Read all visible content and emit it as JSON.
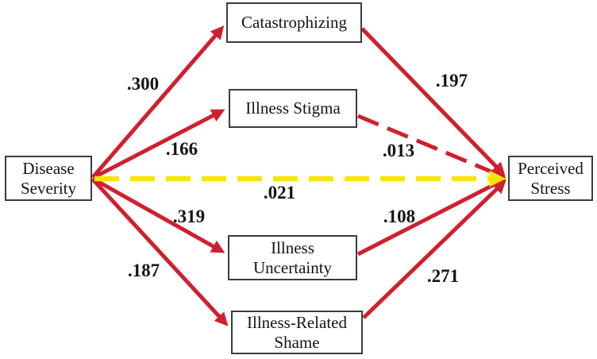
{
  "diagram": {
    "type": "path-model",
    "nodes": {
      "disease_severity": {
        "label": "Disease Severity"
      },
      "catastrophizing": {
        "label": "Catastrophizing"
      },
      "illness_stigma": {
        "label": "Illness Stigma"
      },
      "illness_uncertainty": {
        "label": "Illness Uncertainty"
      },
      "illness_related_shame": {
        "label": "Illness-Related Shame"
      },
      "perceived_stress": {
        "label": "Perceived Stress"
      }
    },
    "edges": [
      {
        "from": "Disease Severity",
        "to": "Catastrophizing",
        "coefficient": ".300",
        "style": "solid",
        "color": "red"
      },
      {
        "from": "Disease Severity",
        "to": "Illness Stigma",
        "coefficient": ".166",
        "style": "solid",
        "color": "red"
      },
      {
        "from": "Disease Severity",
        "to": "Perceived Stress",
        "coefficient": ".021",
        "style": "dashed",
        "color": "yellow"
      },
      {
        "from": "Disease Severity",
        "to": "Illness Uncertainty",
        "coefficient": ".319",
        "style": "solid",
        "color": "red"
      },
      {
        "from": "Disease Severity",
        "to": "Illness-Related Shame",
        "coefficient": ".187",
        "style": "solid",
        "color": "red"
      },
      {
        "from": "Catastrophizing",
        "to": "Perceived Stress",
        "coefficient": ".197",
        "style": "solid",
        "color": "red"
      },
      {
        "from": "Illness Stigma",
        "to": "Perceived Stress",
        "coefficient": ".013",
        "style": "dashed",
        "color": "red"
      },
      {
        "from": "Illness Uncertainty",
        "to": "Perceived Stress",
        "coefficient": ".108",
        "style": "solid",
        "color": "red"
      },
      {
        "from": "Illness-Related Shame",
        "to": "Perceived Stress",
        "coefficient": ".271",
        "style": "solid",
        "color": "red"
      }
    ]
  },
  "colors": {
    "red": "#d01f2e",
    "yellow": "#f7e506",
    "text": "#141414",
    "border": "#3c3c3c",
    "background": "#ffffff"
  }
}
